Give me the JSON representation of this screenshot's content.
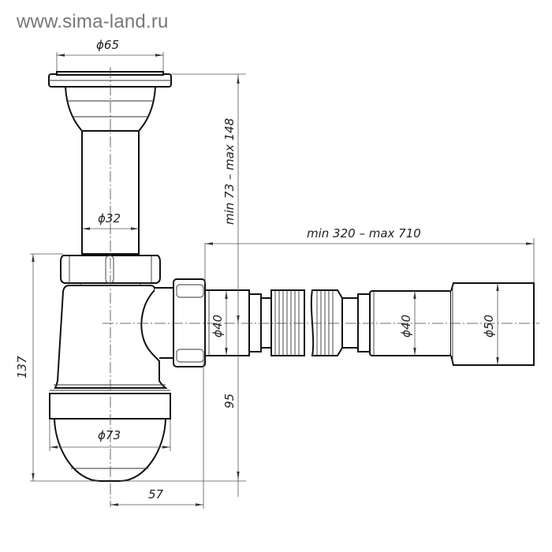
{
  "watermark": "www.sima-land.ru",
  "drawing": {
    "subject": "bottle siphon with corrugated extendable outlet pipe",
    "dimensions": {
      "flange_diameter": "ϕ65",
      "tailpipe_diameter": "ϕ32",
      "height_range": "min 73 – max 148",
      "outlet_length_range": "min 320 – max 710",
      "outlet_diameter_1": "ϕ40",
      "outlet_diameter_2": "ϕ40",
      "outlet_end_diameter": "ϕ50",
      "bottle_diameter": "ϕ73",
      "total_height": "137",
      "outlet_axis_height": "95",
      "axis_offset": "57"
    }
  },
  "colors": {
    "outline": "#111111",
    "dimension_line": "#555555",
    "watermark": "#777777"
  }
}
